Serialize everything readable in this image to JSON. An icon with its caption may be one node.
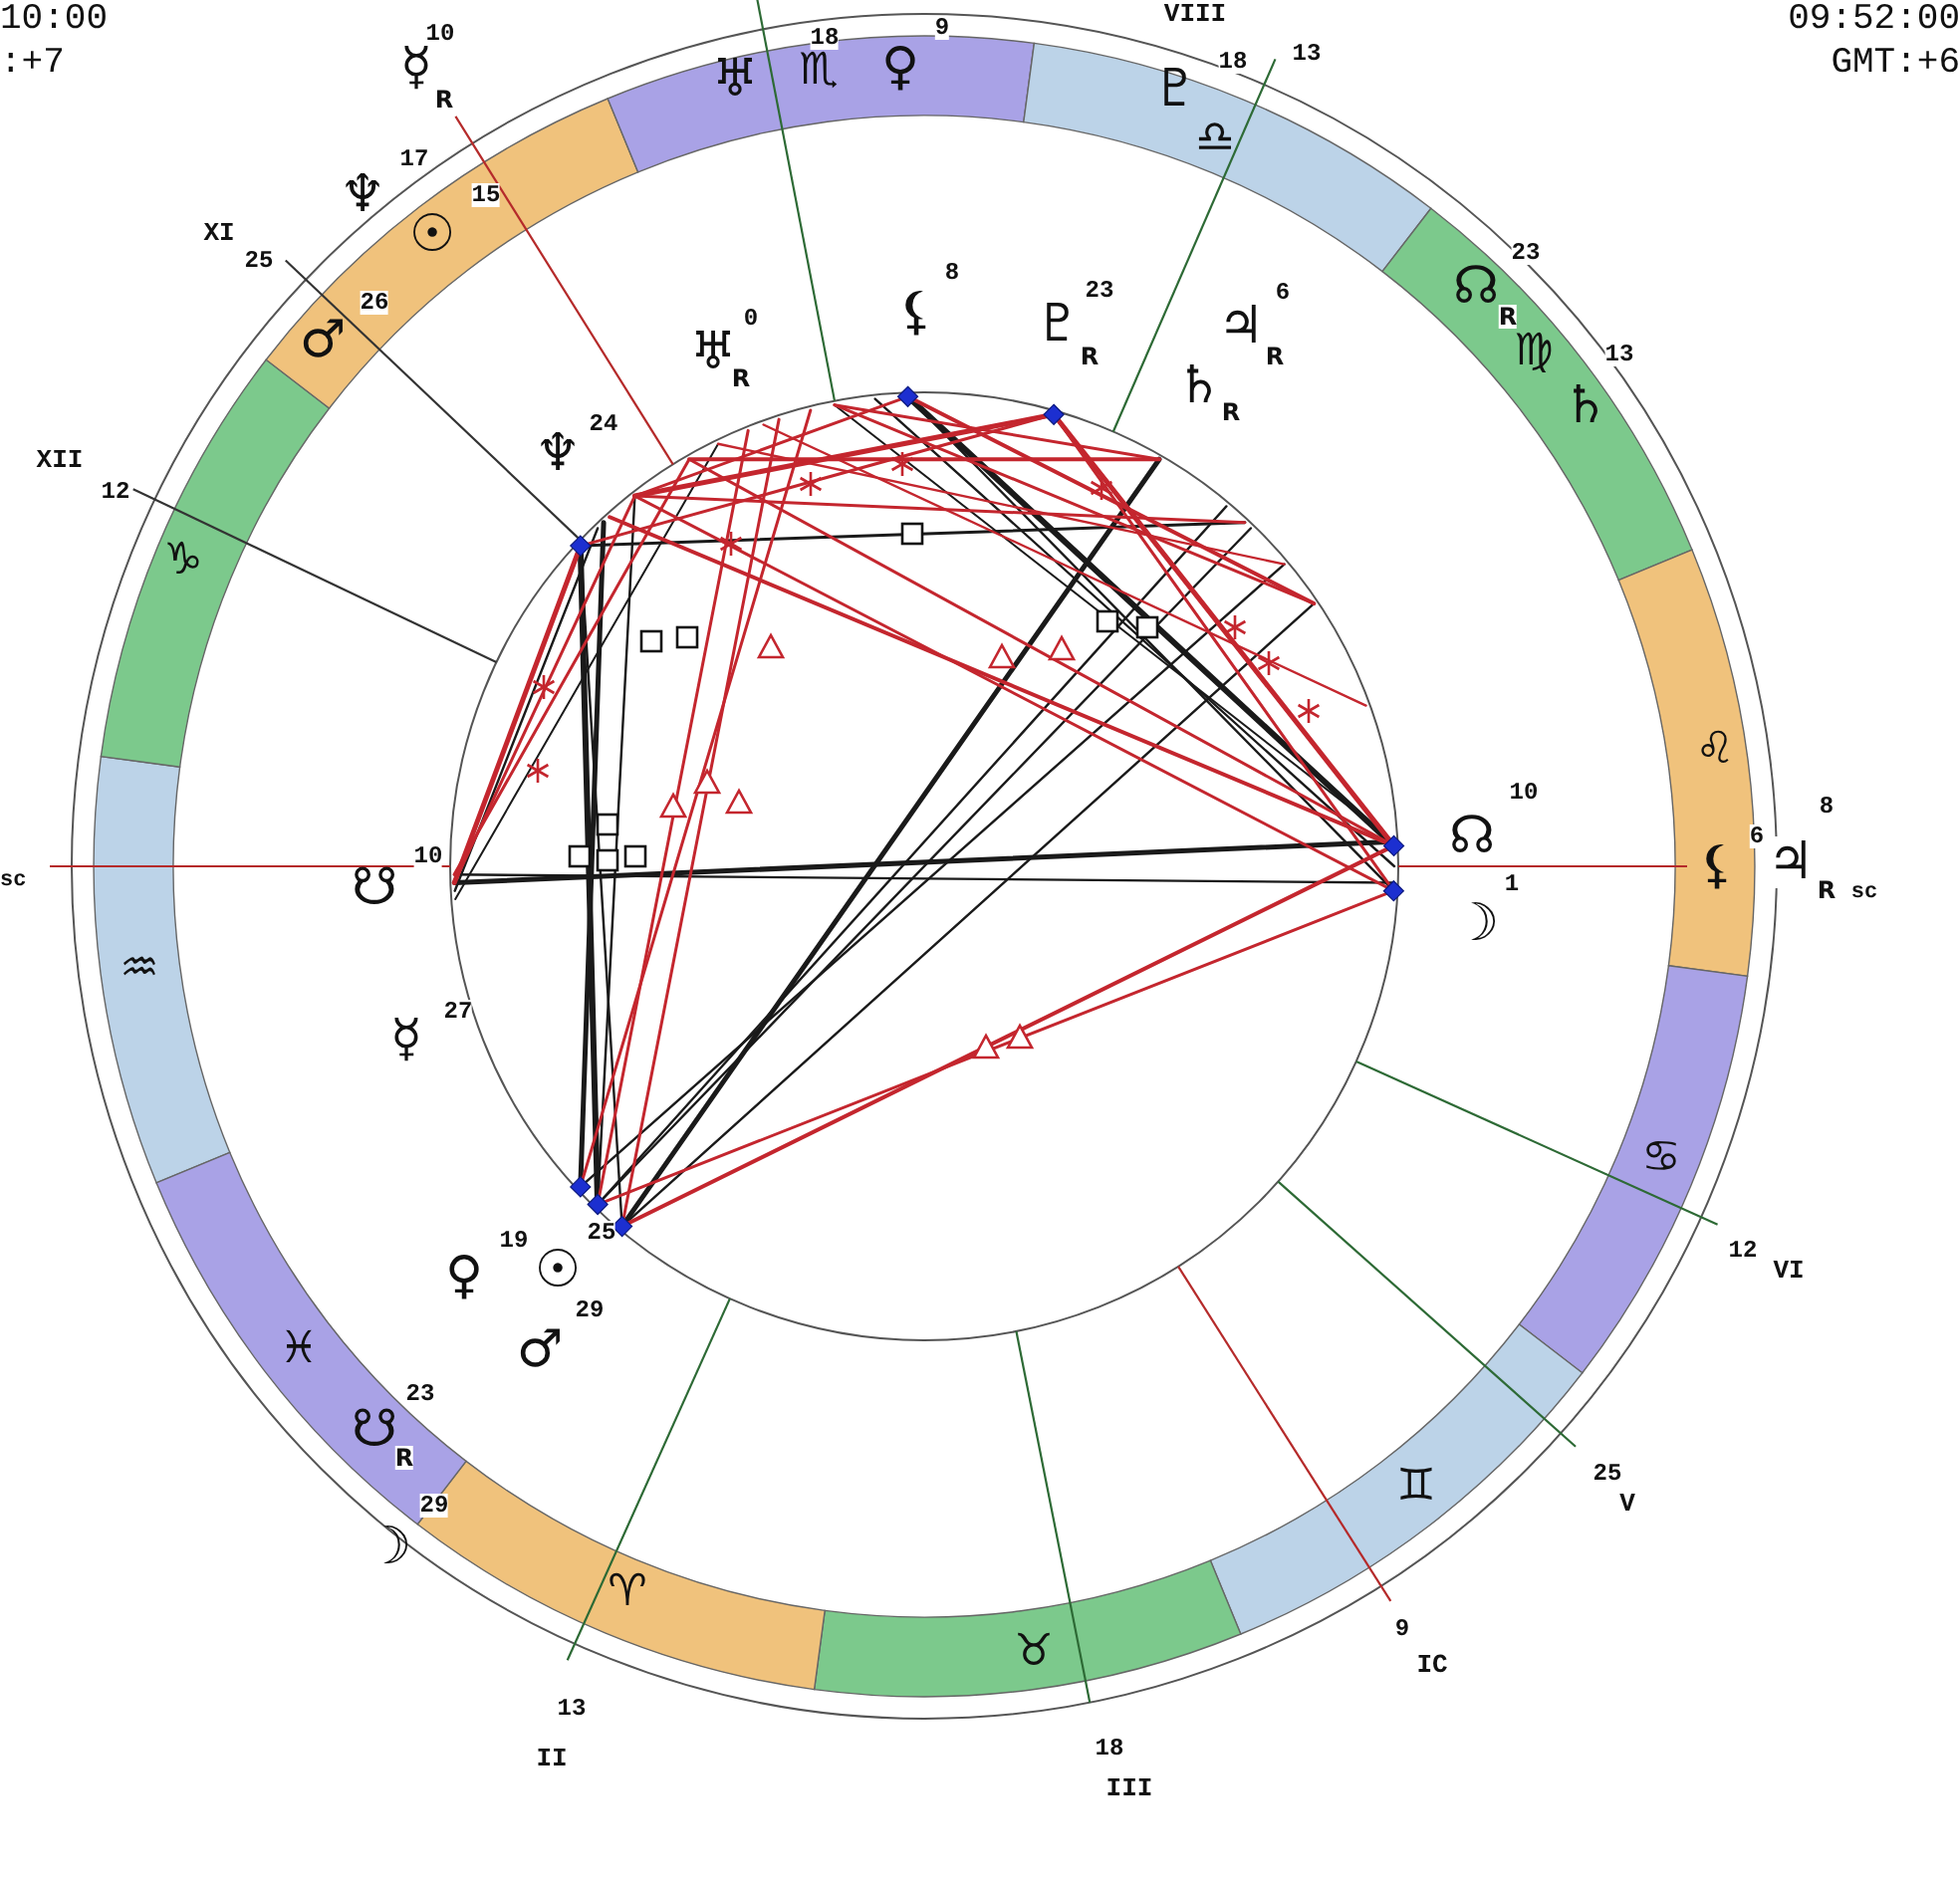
{
  "diagram": {
    "labels": [
      "10:00",
      "VIII",
      "09:52:00",
      "9",
      "10",
      "18",
      ":+7",
      "GMT:+6",
      "13",
      "☿",
      "♏",
      "♀",
      "18",
      "♅",
      "♇",
      "R",
      "♎",
      "17",
      "♆",
      "15",
      "XI",
      "☉",
      "23",
      "25",
      "8",
      "☊",
      "23",
      "6",
      "26",
      "⚸",
      "R",
      "0",
      "♇",
      "♃",
      "♂",
      "♅",
      "13",
      "R",
      "R",
      "♍",
      "R",
      "♄",
      "♄",
      "R",
      "24",
      "XII",
      "♆",
      "12",
      "♑",
      "♌",
      "10",
      "8",
      "☊",
      "6",
      "sc",
      "☋",
      "10",
      "1",
      "⚸",
      "♃",
      "R",
      "sc",
      "☽",
      "♒",
      "27",
      "☿",
      "♋",
      "25",
      "19",
      "12",
      "☉",
      "VI",
      "♀",
      "29",
      "♓",
      "♂",
      "23",
      "☋",
      "R",
      "25",
      "♊",
      "V",
      "29",
      "☽",
      "♈",
      "9",
      "♉",
      "IC",
      "13",
      "18",
      "II",
      "III"
    ]
  }
}
